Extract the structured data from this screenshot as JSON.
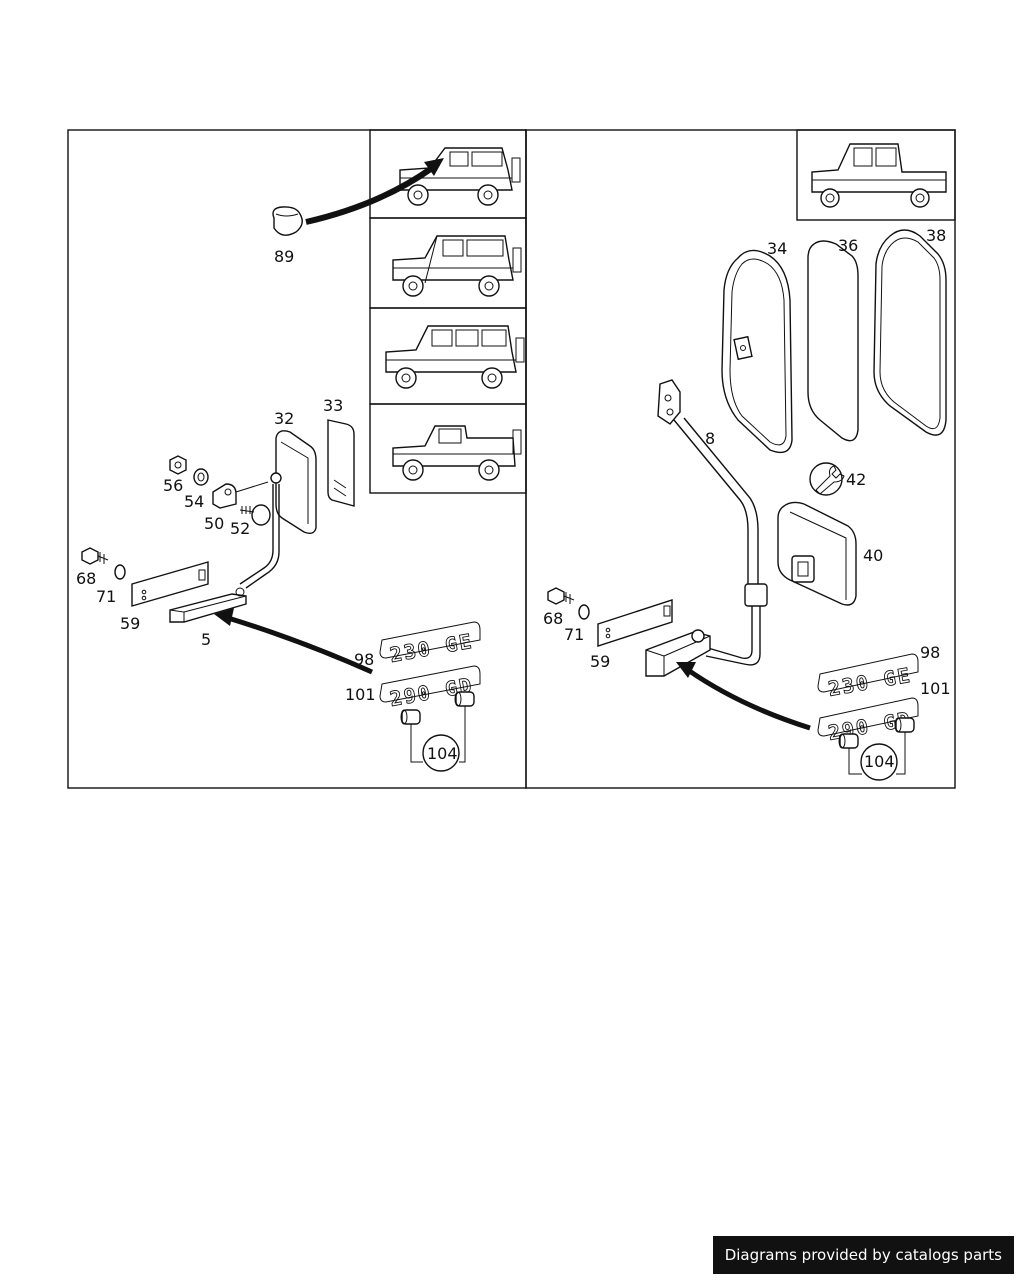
{
  "labels": {
    "p89": "89",
    "p32": "32",
    "p33": "33",
    "p56": "56",
    "p54": "54",
    "p50": "50",
    "p52": "52",
    "p68": "68",
    "p71": "71",
    "p59": "59",
    "p5": "5",
    "p98": "98",
    "p101": "101",
    "p104": "104",
    "r34": "34",
    "r36": "36",
    "r38": "38",
    "r8": "8",
    "r42": "42",
    "r40": "40",
    "r68": "68",
    "r71": "71",
    "r59": "59",
    "r98": "98",
    "r101": "101",
    "r104": "104"
  },
  "emblems": {
    "e230": "230 GE",
    "e290": "290 GD"
  },
  "footer": {
    "text": "Diagrams provided by catalogs parts"
  }
}
